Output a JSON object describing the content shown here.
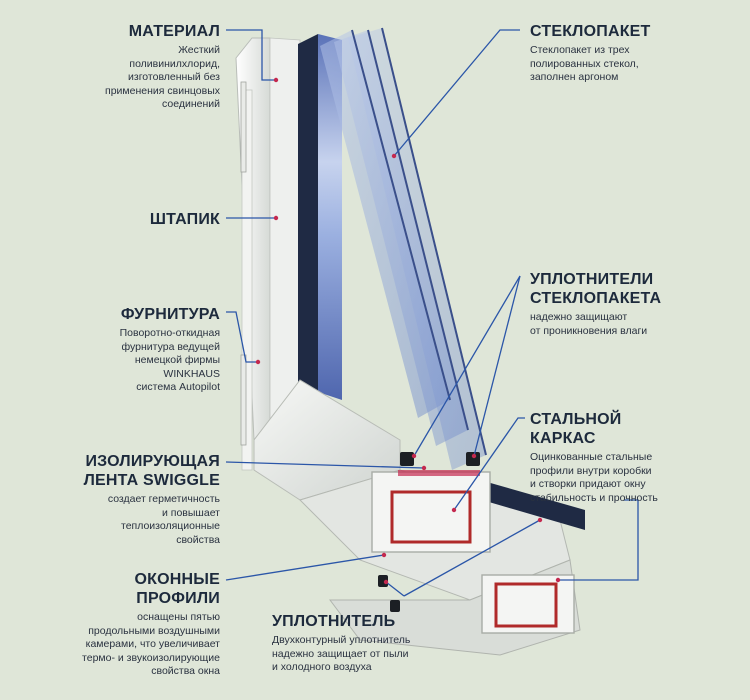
{
  "labels": {
    "material": {
      "title": "МАТЕРИАЛ",
      "desc": [
        "Жесткий",
        "поливинилхлорид,",
        "изготовленный без",
        "применения свинцовых",
        "соединений"
      ]
    },
    "shtapik": {
      "title": "ШТАПИК"
    },
    "furnitura": {
      "title": "ФУРНИТУРА",
      "desc": [
        "Поворотно-откидная",
        "фурнитура ведущей",
        "немецкой фирмы",
        "WINKHAUS",
        "система  Autopilot"
      ]
    },
    "swiggle": {
      "title": [
        "ИЗОЛИРУЮЩАЯ",
        "ЛЕНТА SWIGGLE"
      ],
      "desc": [
        "создает герметичность",
        "и повышает",
        "теплоизоляционные",
        "свойства"
      ]
    },
    "profili": {
      "title": [
        "ОКОННЫЕ",
        "ПРОФИЛИ"
      ],
      "desc": [
        "оснащены пятью",
        "продольными воздушными",
        "камерами, что увеличивает",
        "термо- и звукоизолирующие",
        "свойства окна"
      ]
    },
    "steklopaket": {
      "title": "СТЕКЛОПАКЕТ",
      "desc": [
        "Стеклопакет из трех",
        "полированных стекол,",
        "заполнен аргоном"
      ]
    },
    "uplotniteli": {
      "title": [
        "УПЛОТНИТЕЛИ",
        "СТЕКЛОПАКЕТА"
      ],
      "desc": [
        "надежно защищают",
        "от проникновения влаги"
      ]
    },
    "karkas": {
      "title": [
        "СТАЛЬНОЙ",
        "КАРКАС"
      ],
      "desc": [
        "Оцинкованные стальные",
        "профили внутри коробки",
        "и створки придают окну",
        "стабильность и прочность"
      ]
    },
    "uplotnitel": {
      "title": "УПЛОТНИТЕЛЬ",
      "desc": [
        "Двухконтурный уплотнитель",
        "надежно защищает от пыли",
        "и холодного воздуха"
      ]
    }
  },
  "colors": {
    "background": "#dfe6d8",
    "callout_line": "#2b56a8",
    "marker_dot": "#c4294f",
    "frame_dark": "#1f2a44",
    "glass": "#6e88c6",
    "pvc": "#eceeed",
    "steel_seal": "#b02a2a"
  }
}
